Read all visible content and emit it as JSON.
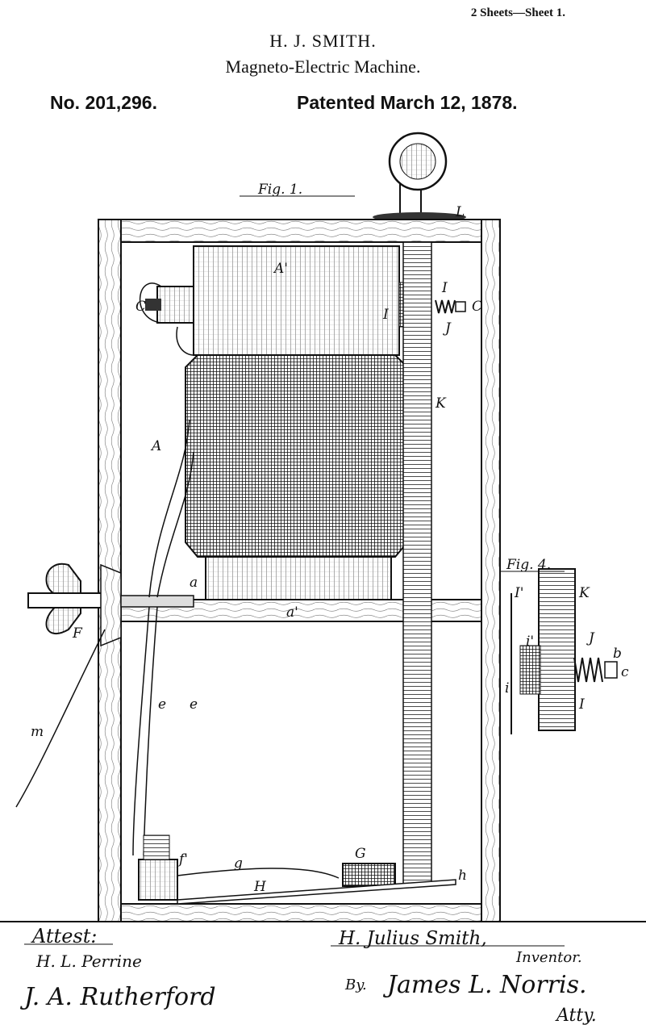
{
  "header": {
    "sheet": "2 Sheets—Sheet 1.",
    "inventor": "H. J. SMITH.",
    "title": "Magneto-Electric Machine.",
    "number": "No. 201,296.",
    "date": "Patented March 12, 1878."
  },
  "figures": {
    "fig1": "Fig. 1.",
    "fig4": "Fig. 4."
  },
  "labels": {
    "L": "L",
    "A_prime": "A'",
    "C_left": "C",
    "C_right": "C",
    "I_top": "I",
    "I_left": "I",
    "J": "J",
    "K": "K",
    "A": "A",
    "a": "a",
    "a_prime": "a'",
    "F": "F",
    "m": "m",
    "e1": "e",
    "e2": "e",
    "f_prime": "f'",
    "g": "g",
    "G": "G",
    "H": "H",
    "h": "h",
    "fig4_I_prime": "I'",
    "fig4_K": "K",
    "fig4_i_prime": "i'",
    "fig4_J": "J",
    "fig4_b": "b",
    "fig4_c": "c",
    "fig4_i": "i",
    "fig4_I": "I"
  },
  "signatures": {
    "attest_label": "Attest:",
    "witness1": "H. L. Perrine",
    "witness2": "J. A. Rutherford",
    "inventor_sig": "H. Julius Smith,",
    "inventor_label": "Inventor.",
    "by_label": "By.",
    "attorney_sig": "James L. Norris.",
    "attorney_label": "Atty."
  }
}
